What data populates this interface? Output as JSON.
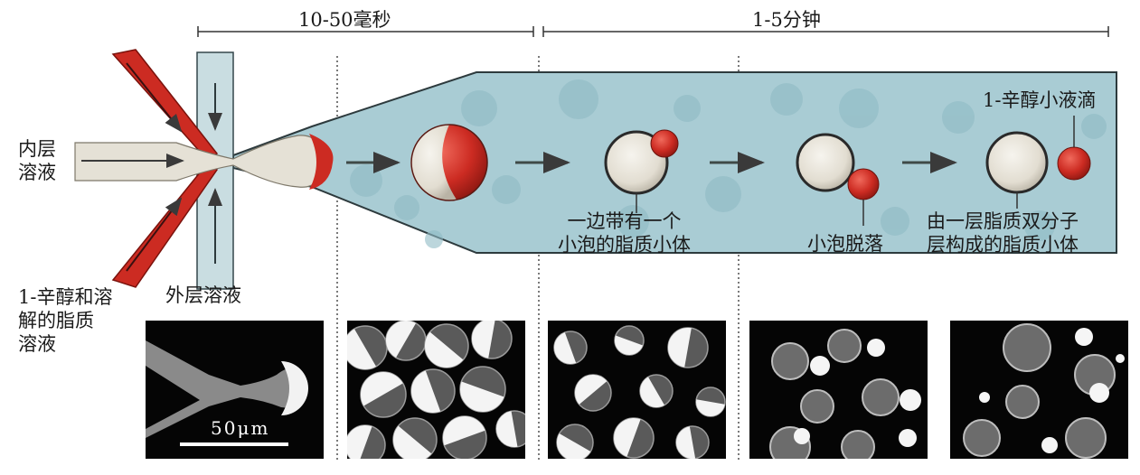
{
  "phases": {
    "early": "10-50毫秒",
    "late": "1-5分钟"
  },
  "labels": {
    "inner_solution": [
      "内层",
      "溶液"
    ],
    "lipid_solution": [
      "1-辛醇和溶",
      "解的脂质",
      "溶液"
    ],
    "outer_solution": "外层溶液",
    "vesicle_with_bubble": [
      "一边带有一个",
      "小泡的脂质小体"
    ],
    "bubble_detach": "小泡脱落",
    "octanol_droplet": "1-辛醇小液滴",
    "final_liposome": [
      "由一层脂质双分子",
      "层构成的脂质小体"
    ]
  },
  "scale_bar": "50μm",
  "colors": {
    "channel": "#a9ccd4",
    "red": "#cc2b22",
    "vesicle": "#e5e1d6",
    "dark": "#2a2a2a"
  }
}
